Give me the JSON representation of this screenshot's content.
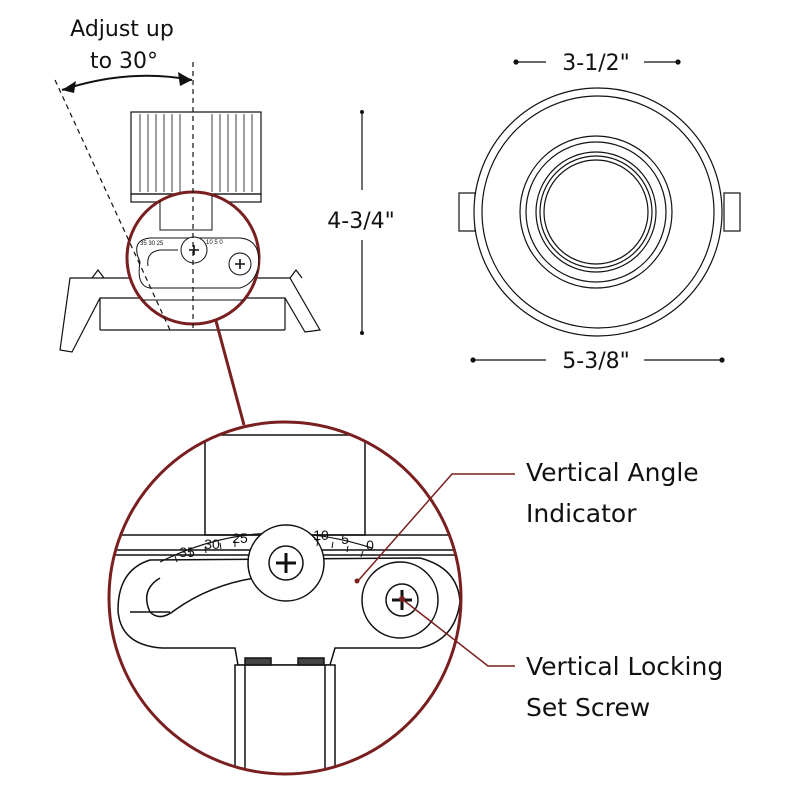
{
  "annotations": {
    "tilt_line1": "Adjust up",
    "tilt_line2": "to 30°",
    "height": "4-3/4\"",
    "aperture_width": "3-1/2\"",
    "overall_width": "5-3/8\""
  },
  "callouts": {
    "angle_indicator_line1": "Vertical Angle",
    "angle_indicator_line2": "Indicator",
    "locking_screw_line1": "Vertical Locking",
    "locking_screw_line2": "Set Screw"
  },
  "scale_marks": [
    "35",
    "30",
    "25",
    "10",
    "5",
    "0"
  ],
  "colors": {
    "line": "#111111",
    "detail_circle": "#7a1f1f"
  }
}
